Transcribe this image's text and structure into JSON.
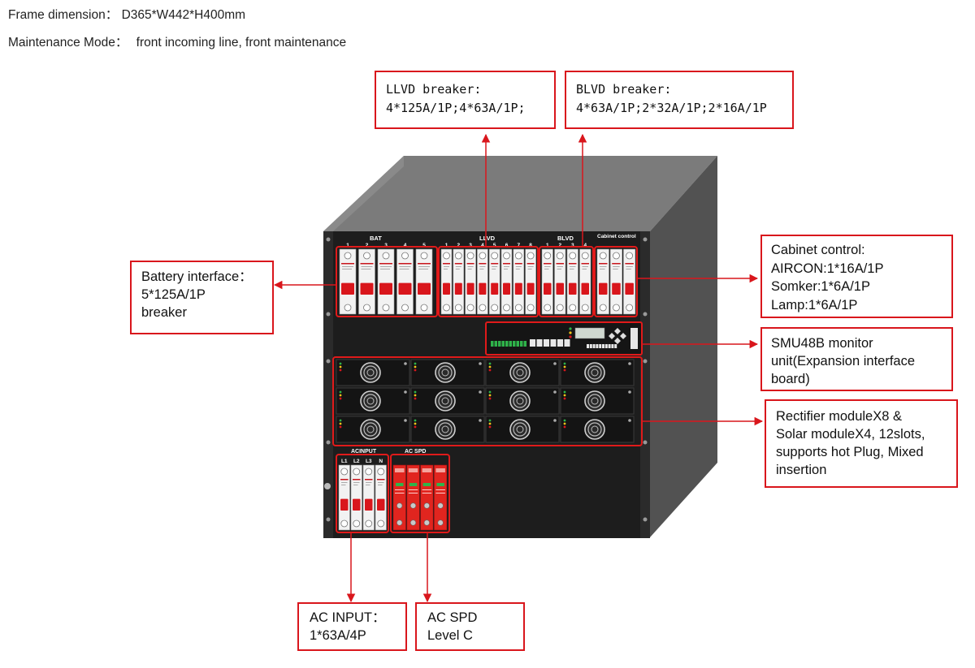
{
  "header": {
    "frame_dimension_label": "Frame dimension：",
    "frame_dimension_value": "D365*W442*H400mm",
    "maintenance_label": "Maintenance Mode：",
    "maintenance_value": "front incoming line, front maintenance"
  },
  "panel": {
    "bat": "BAT",
    "llvd": "LLVD",
    "blvd": "BLVD",
    "cabinet_control": "Cabinet control",
    "acinput": "ACINPUT",
    "acspd": "AC SPD",
    "bat_nums": [
      "1",
      "2",
      "3",
      "4",
      "5"
    ],
    "llvd_nums": [
      "1",
      "2",
      "3",
      "4",
      "5",
      "6",
      "7",
      "8"
    ],
    "blvd_nums": [
      "1",
      "2",
      "3",
      "4"
    ],
    "phase_labels": [
      "L1",
      "L2",
      "L3",
      "N"
    ]
  },
  "callouts": {
    "llvd": {
      "line1": "LLVD breaker:",
      "line2": "4*125A/1P;4*63A/1P;"
    },
    "blvd": {
      "line1": "BLVD breaker:",
      "line2": "4*63A/1P;2*32A/1P;2*16A/1P"
    },
    "battery": {
      "line1": "Battery interface：",
      "line2": "5*125A/1P",
      "line3": "breaker"
    },
    "cabinet": {
      "line1": "Cabinet control:",
      "line2": "AIRCON:1*16A/1P",
      "line3": "Somker:1*6A/1P",
      "line4": "Lamp:1*6A/1P"
    },
    "smu": {
      "line1": "SMU48B monitor",
      "line2": "unit(Expansion interface",
      "line3": "board)"
    },
    "rectifier": {
      "line1": "Rectifier moduleX8 &",
      "line2": "Solar moduleX4, 12slots,",
      "line3": "supports hot Plug, Mixed",
      "line4": "insertion"
    },
    "acinput": {
      "line1": "AC INPUT：",
      "line2": "1*63A/4P"
    },
    "acspd": {
      "line1": "AC SPD",
      "line2": "Level C"
    }
  },
  "colors": {
    "accent_red": "#d9161c",
    "panel_dark": "#1c1c1c",
    "cabinet_side": "#555555",
    "cabinet_top": "#7a7a7a"
  }
}
